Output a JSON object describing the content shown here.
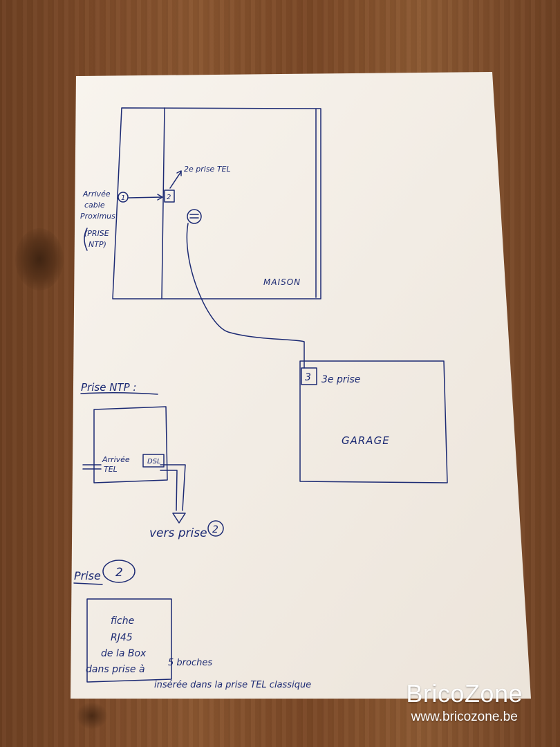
{
  "labels": {
    "arrivee": [
      "Arrivée",
      "cable",
      "Proximus",
      "(PRISE",
      "NTP)"
    ],
    "callout_1": "1",
    "callout_2": "2",
    "prise_tel_2": "2e prise TEL",
    "maison": "MAISON",
    "prise_3": "3",
    "troisieme_prise": "3e prise",
    "garage": "GARAGE",
    "prise_ntp_title": "Prise NTP :",
    "arrivee_tel": [
      "Arrivée",
      "TEL"
    ],
    "dsl": "DSL",
    "vers_prise": "vers prise",
    "vers_prise_num": "2",
    "prise_title": "Prise",
    "prise_title_num": "2",
    "fiche": [
      "fiche",
      "RJ45",
      "de la Box",
      "dans prise à"
    ],
    "broches": "5 broches",
    "inseree": "insérée dans la prise TEL classique"
  },
  "colors": {
    "ink": "#1c2a73",
    "paper": "#f6f1ea",
    "watermark": "#ffffff"
  },
  "watermark": {
    "brand": "BricoZone",
    "url": "www.bricozone.be"
  }
}
